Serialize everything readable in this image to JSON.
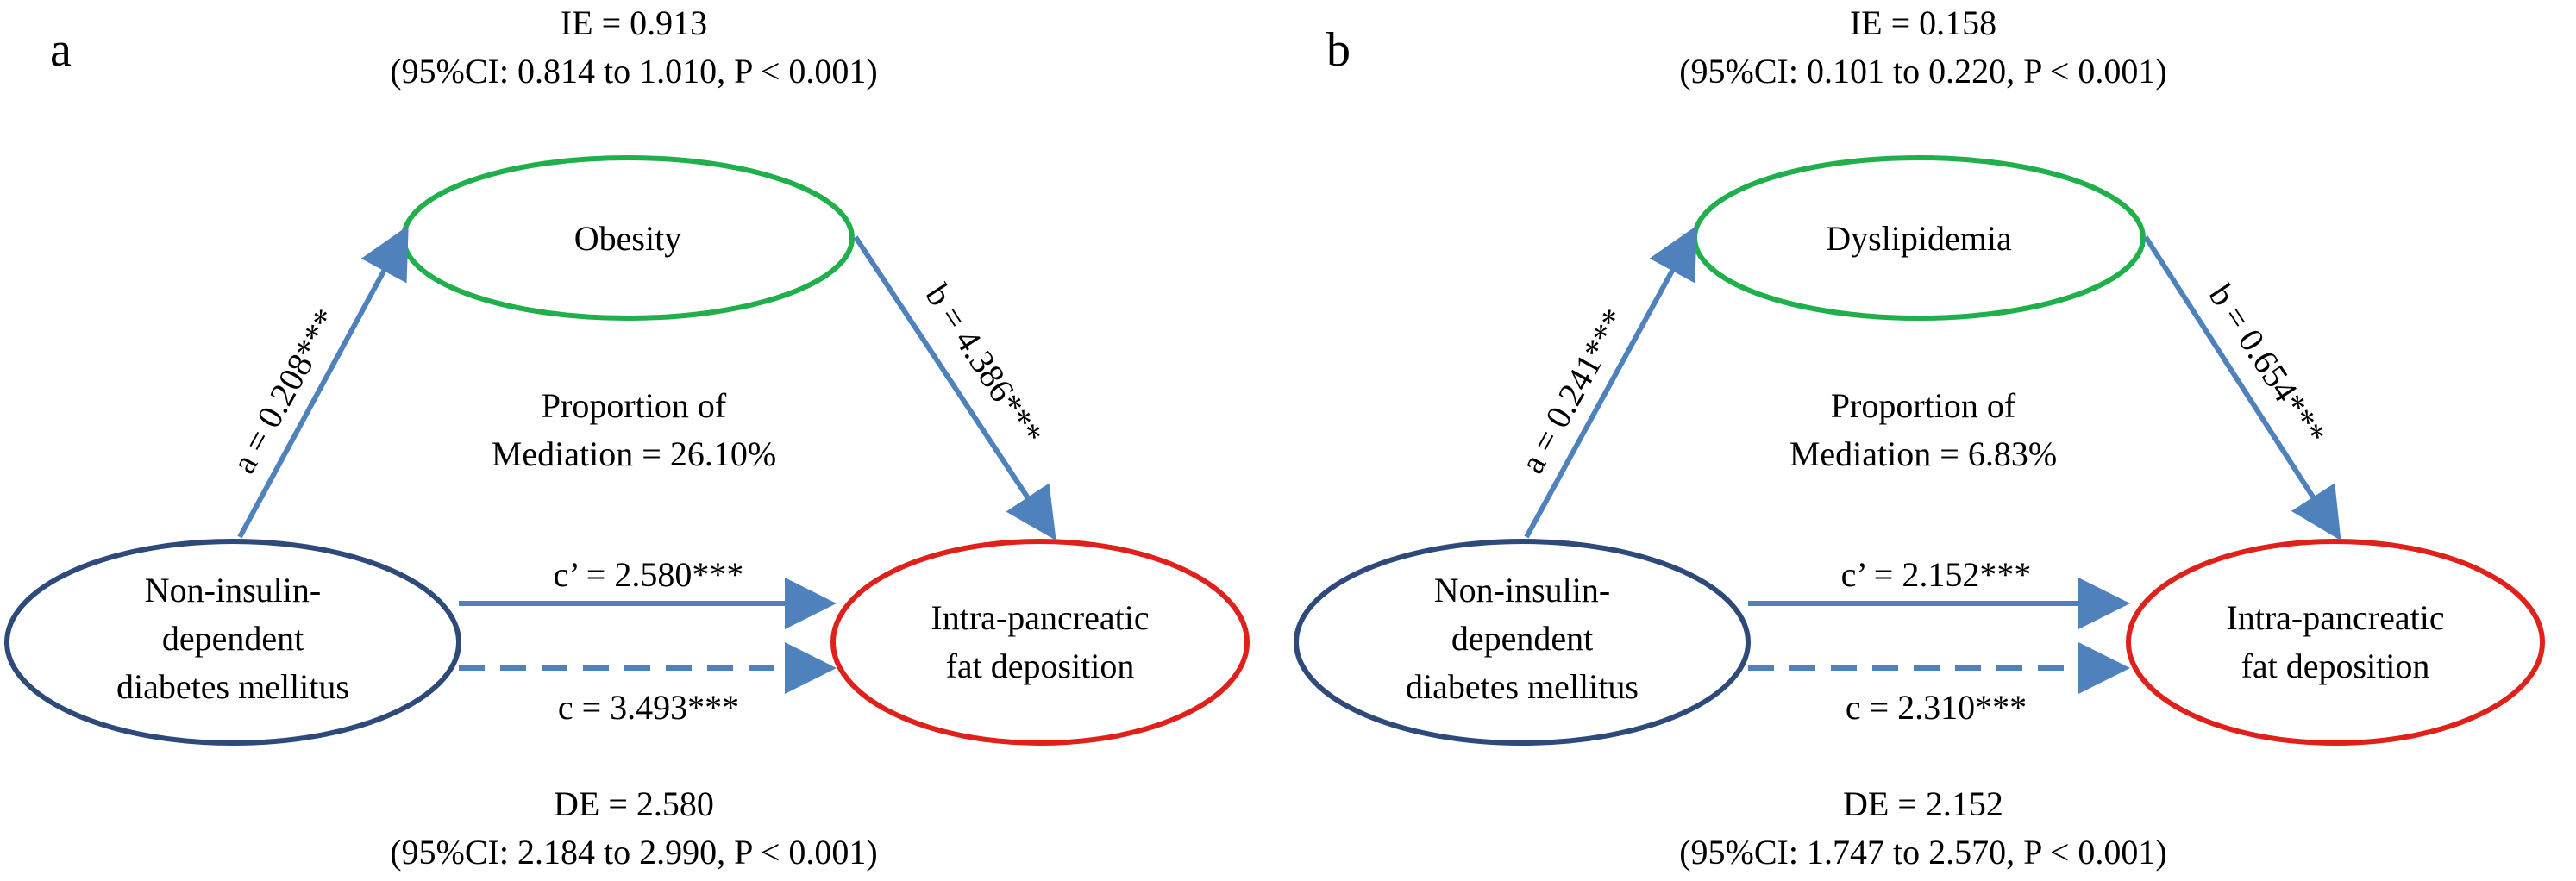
{
  "colors": {
    "exposure": "#2E4A7A",
    "mediator": "#1FAF4B",
    "outcome": "#E0201B",
    "arrow": "#4F81BD",
    "text": "#000000"
  },
  "panels": [
    {
      "letter": "a",
      "ie_line": "IE = 0.913",
      "ie_ci": "(95%CI: 0.814 to 1.010, P < 0.001)",
      "mediator": "Obesity",
      "exposure_lines": [
        "Non-insulin-",
        "dependent",
        "diabetes mellitus"
      ],
      "outcome_lines": [
        "Intra-pancreatic",
        "fat deposition"
      ],
      "path_a": "a = 0.208***",
      "path_b": "b = 4.386***",
      "proportion_lines": [
        "Proportion of",
        "Mediation = 26.10%"
      ],
      "path_c_prime": "c’ = 2.580***",
      "path_c": "c = 3.493***",
      "de_line": "DE = 2.580",
      "de_ci": "(95%CI: 2.184 to 2.990, P < 0.001)"
    },
    {
      "letter": "b",
      "ie_line": "IE = 0.158",
      "ie_ci": "(95%CI: 0.101 to 0.220, P < 0.001)",
      "mediator": "Dyslipidemia",
      "exposure_lines": [
        "Non-insulin-",
        "dependent",
        "diabetes mellitus"
      ],
      "outcome_lines": [
        "Intra-pancreatic",
        "fat deposition"
      ],
      "path_a": "a = 0.241***",
      "path_b": "b = 0.654***",
      "proportion_lines": [
        "Proportion of",
        "Mediation = 6.83%"
      ],
      "path_c_prime": "c’ = 2.152***",
      "path_c": "c = 2.310***",
      "de_line": "DE = 2.152",
      "de_ci": "(95%CI: 1.747 to 2.570, P < 0.001)"
    }
  ]
}
